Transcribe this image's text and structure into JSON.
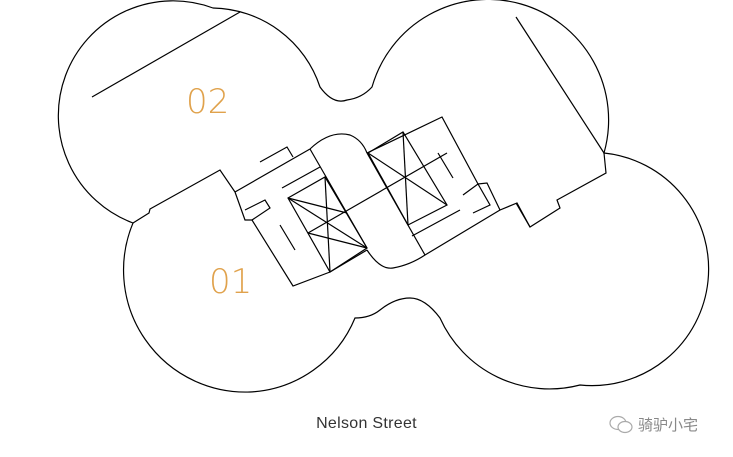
{
  "plan": {
    "units": [
      "01",
      "02"
    ],
    "street_label": "Nelson Street"
  },
  "watermark": {
    "icon": "wechat-icon",
    "text": "骑驴小宅"
  },
  "colors": {
    "unit_label": "#e0a24c",
    "line": "#000000"
  }
}
